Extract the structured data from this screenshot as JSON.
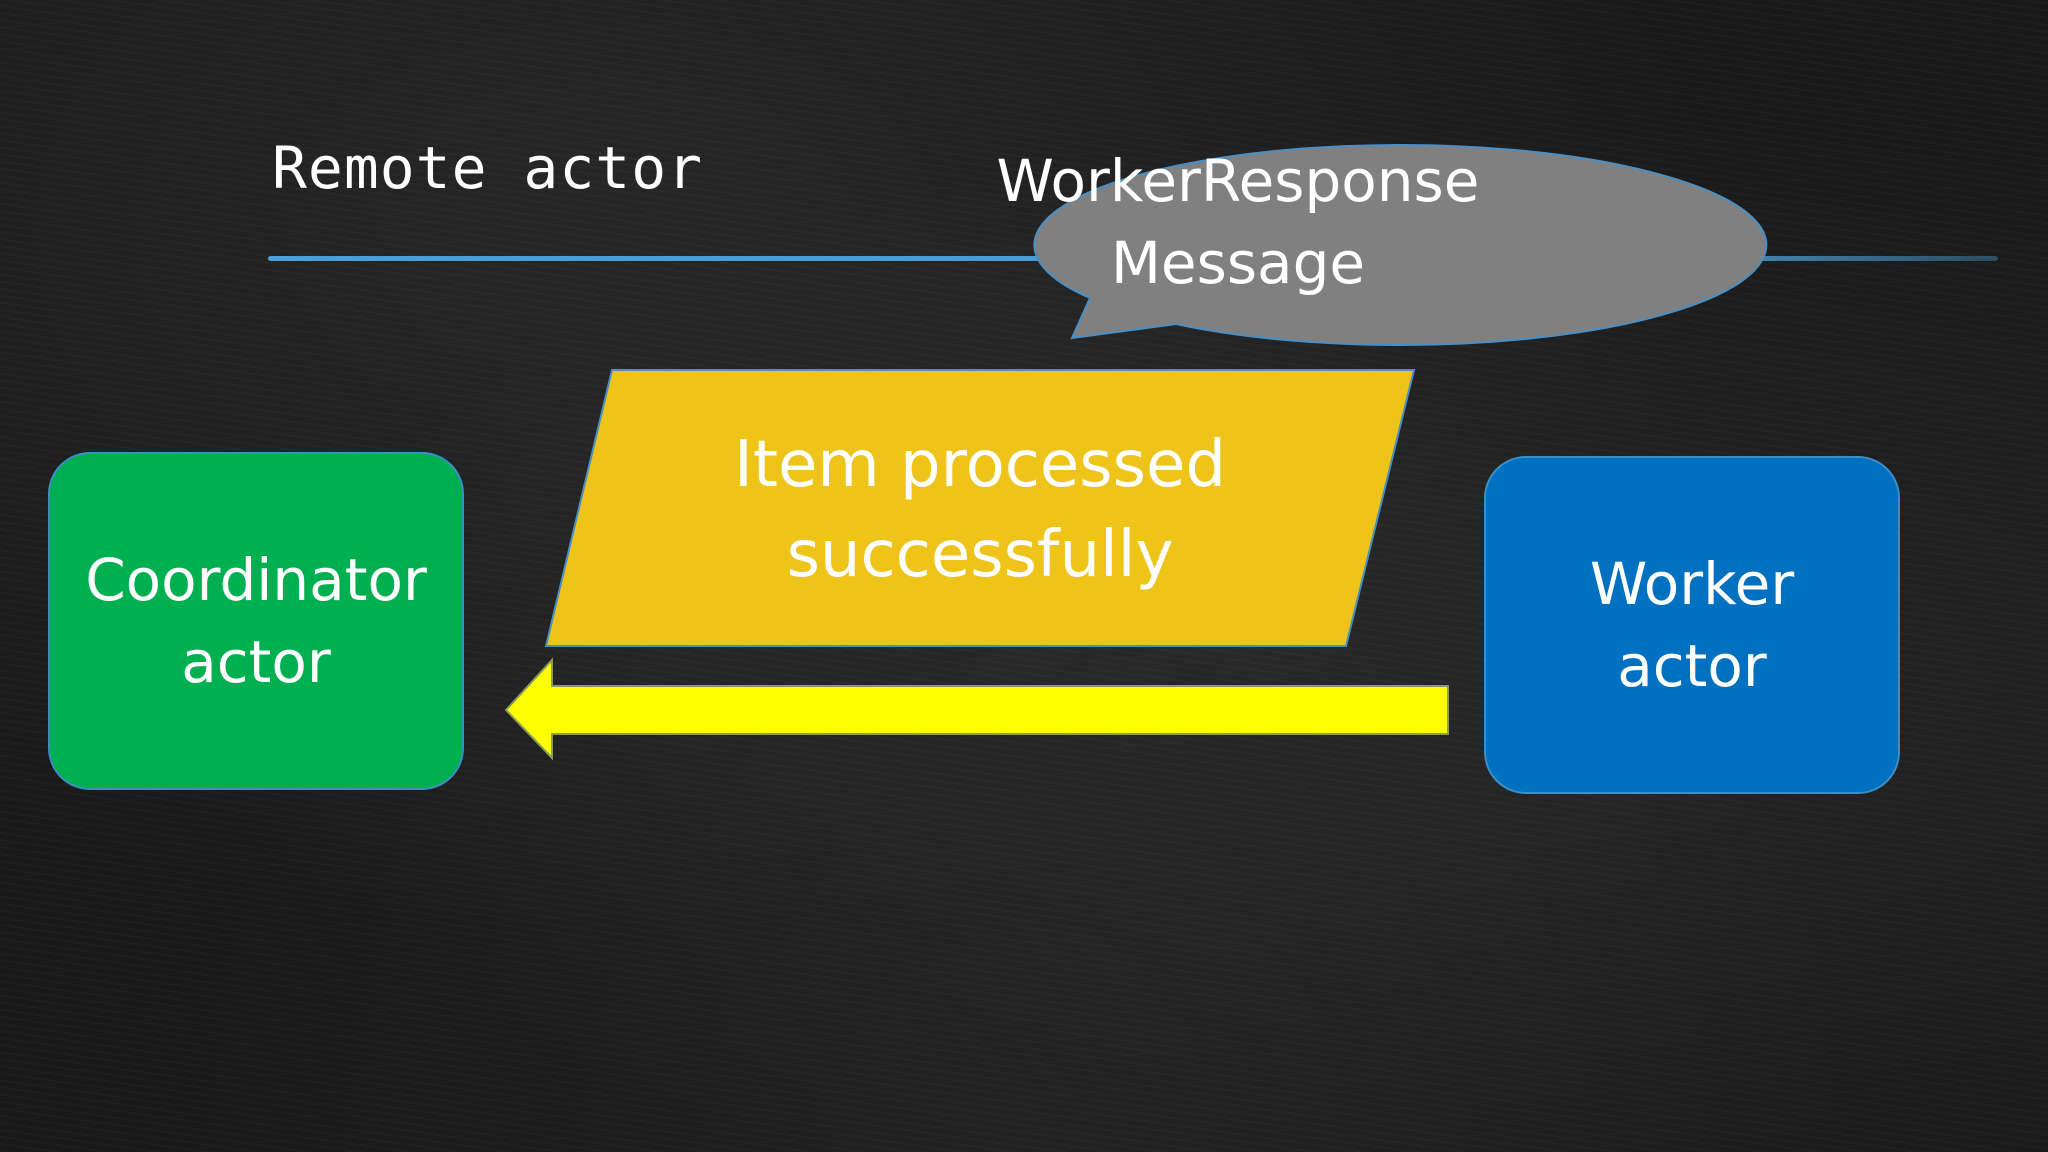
{
  "slide": {
    "title": "Remote actor"
  },
  "diagram": {
    "coordinator": {
      "line1": "Coordinator",
      "line2": "actor",
      "color": "#00b050"
    },
    "worker": {
      "line1": "Worker",
      "line2": "actor",
      "color": "#0070c0"
    },
    "message_bubble": {
      "line1": "WorkerResponse",
      "line2": "Message",
      "color": "#808080"
    },
    "message_payload": {
      "line1": "Item processed",
      "line2": "successfully",
      "color": "#eec41a"
    },
    "arrow": {
      "from": "Worker actor",
      "to": "Coordinator actor",
      "color": "#ffff00"
    },
    "divider_color": "#4da6e0"
  }
}
